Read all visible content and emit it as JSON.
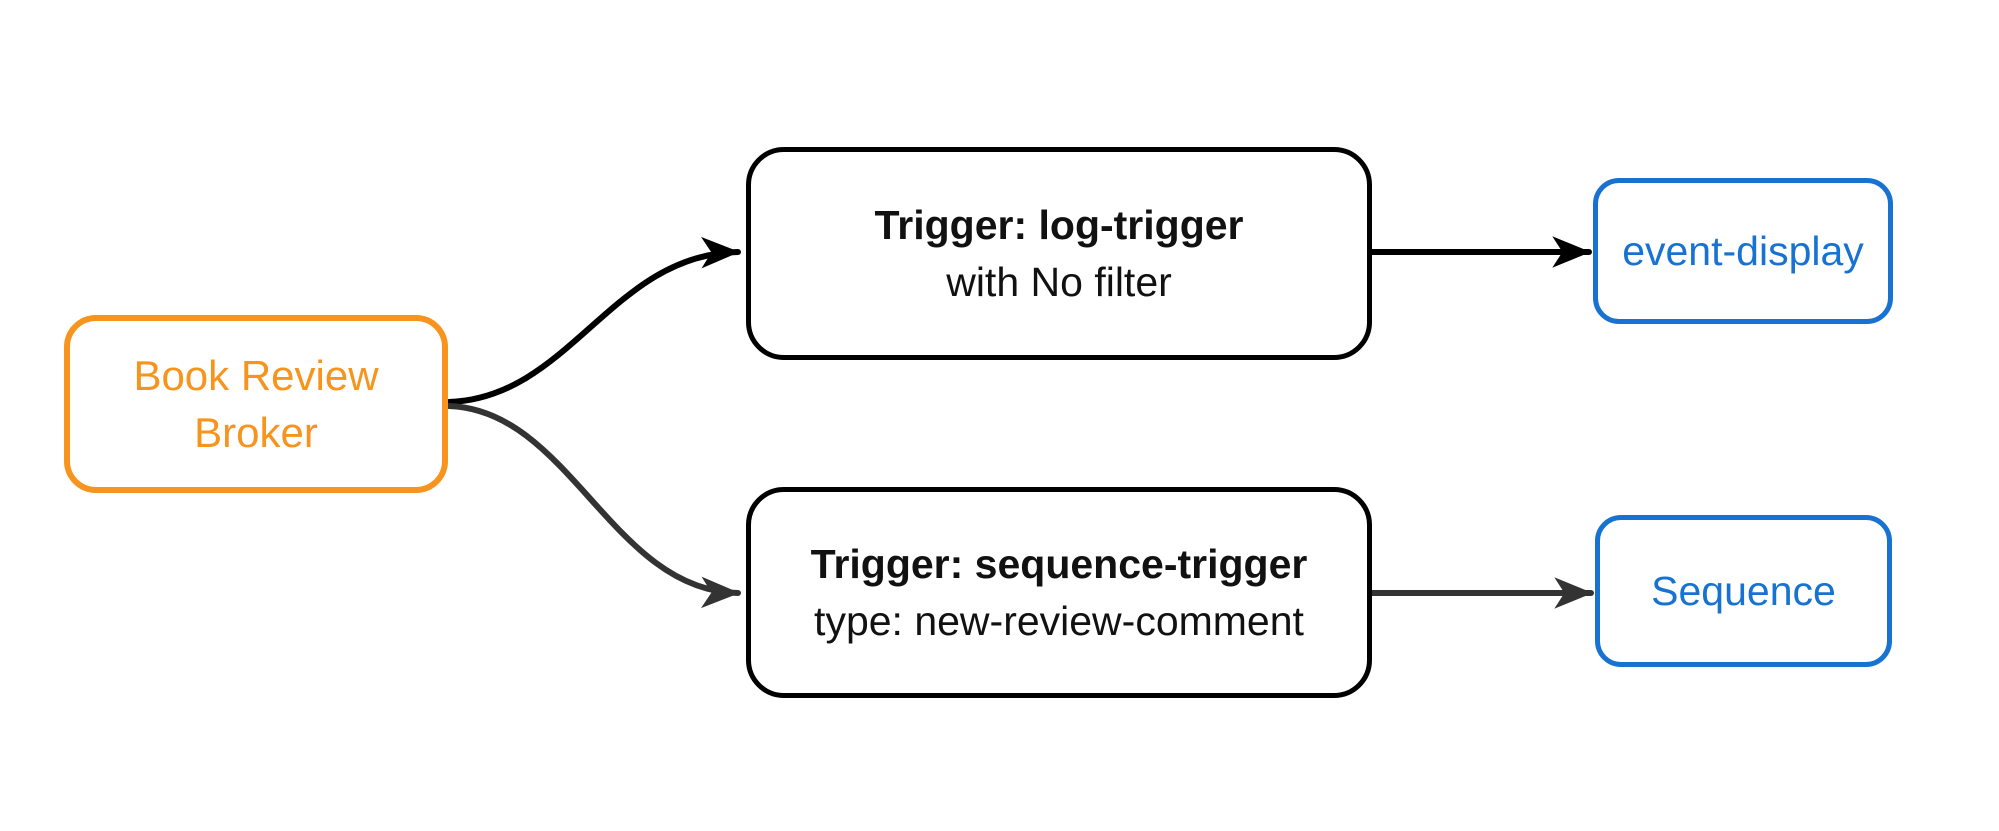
{
  "diagram": {
    "type": "flowchart-left-to-right",
    "nodes": {
      "broker": {
        "line1": "Book Review",
        "line2": "Broker",
        "role": "broker"
      },
      "trigger_log": {
        "title": "Trigger: log-trigger",
        "subtitle": "with No filter",
        "role": "trigger"
      },
      "trigger_sequence": {
        "title": "Trigger: sequence-trigger",
        "subtitle": "type: new-review-comment",
        "role": "trigger"
      },
      "event_display": {
        "label": "event-display",
        "role": "subscriber"
      },
      "sequence": {
        "label": "Sequence",
        "role": "subscriber"
      }
    },
    "edges": [
      {
        "from": "broker",
        "to": "trigger_log",
        "color": "#000000",
        "shape": "s-curve-up"
      },
      {
        "from": "broker",
        "to": "trigger_sequence",
        "color": "#333333",
        "shape": "s-curve-down"
      },
      {
        "from": "trigger_log",
        "to": "event_display",
        "color": "#000000",
        "shape": "straight"
      },
      {
        "from": "trigger_sequence",
        "to": "sequence",
        "color": "#333333",
        "shape": "straight"
      }
    ]
  },
  "colors": {
    "background": "#ffffff",
    "broker_accent": "#F7941E",
    "trigger_border": "#000000",
    "trigger_text": "#111111",
    "service_accent": "#1772D2",
    "edge_dark": "#000000",
    "edge_gray": "#333333"
  }
}
